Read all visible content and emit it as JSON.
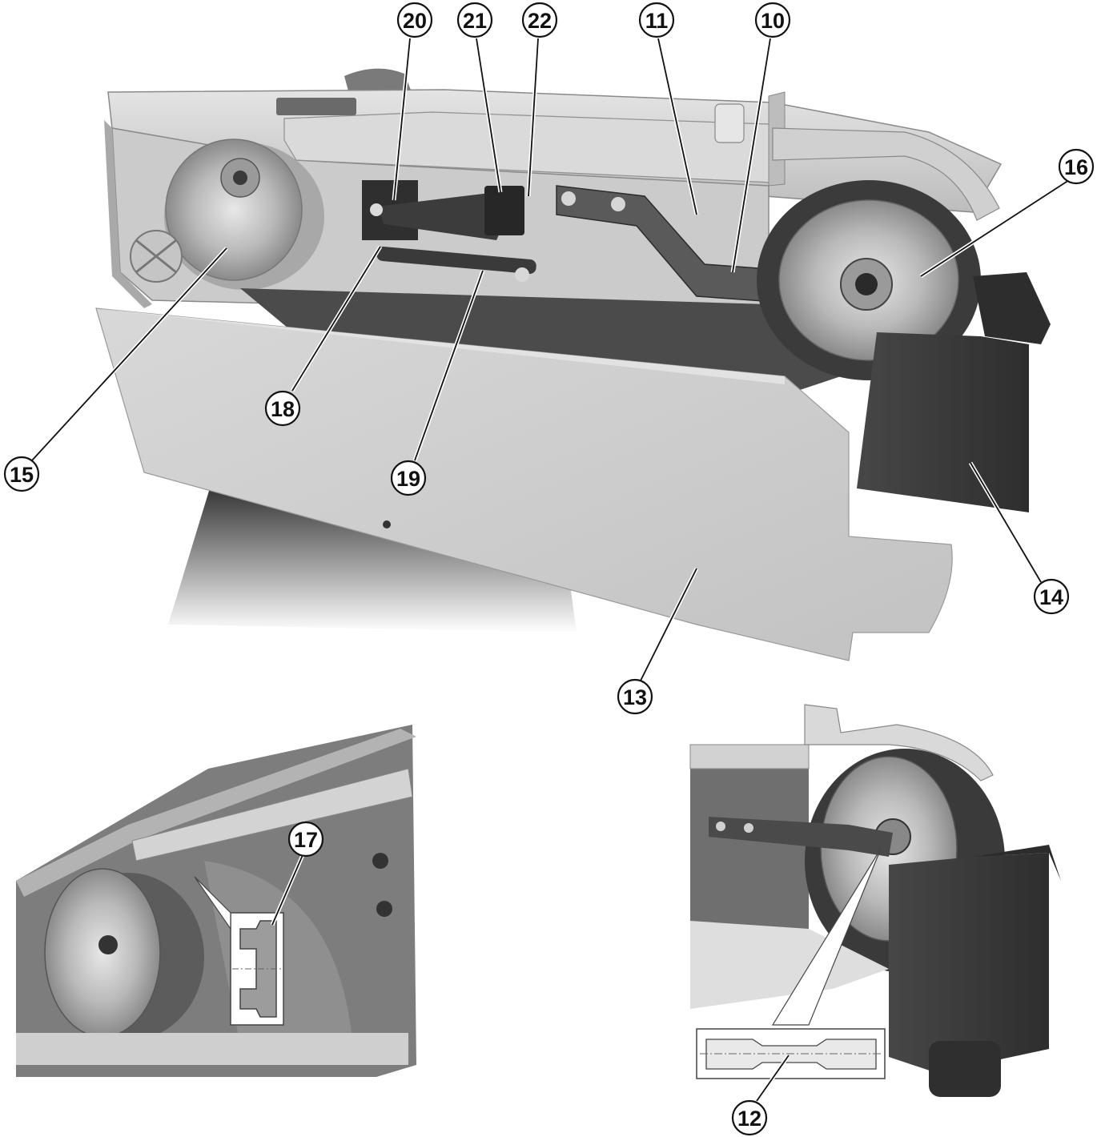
{
  "figure": {
    "description_free": true,
    "callouts": [
      {
        "id": "c20",
        "label": "20"
      },
      {
        "id": "c21",
        "label": "21"
      },
      {
        "id": "c22",
        "label": "22"
      },
      {
        "id": "c11",
        "label": "11"
      },
      {
        "id": "c10",
        "label": "10"
      },
      {
        "id": "c16",
        "label": "16"
      },
      {
        "id": "c15",
        "label": "15"
      },
      {
        "id": "c18",
        "label": "18"
      },
      {
        "id": "c19",
        "label": "19"
      },
      {
        "id": "c14",
        "label": "14"
      },
      {
        "id": "c13",
        "label": "13"
      },
      {
        "id": "c17",
        "label": "17"
      },
      {
        "id": "c12",
        "label": "12"
      }
    ]
  },
  "colors": {
    "background": "#ffffff",
    "sheet_metal": "#c9c9c9",
    "sheet_metal_light": "#dedede",
    "sheet_metal_dark": "#9a9a9a",
    "dark_part": "#3a3a3a",
    "belt": "#555555",
    "wheel": "#b8b8b8",
    "callout_stroke": "#111111"
  }
}
